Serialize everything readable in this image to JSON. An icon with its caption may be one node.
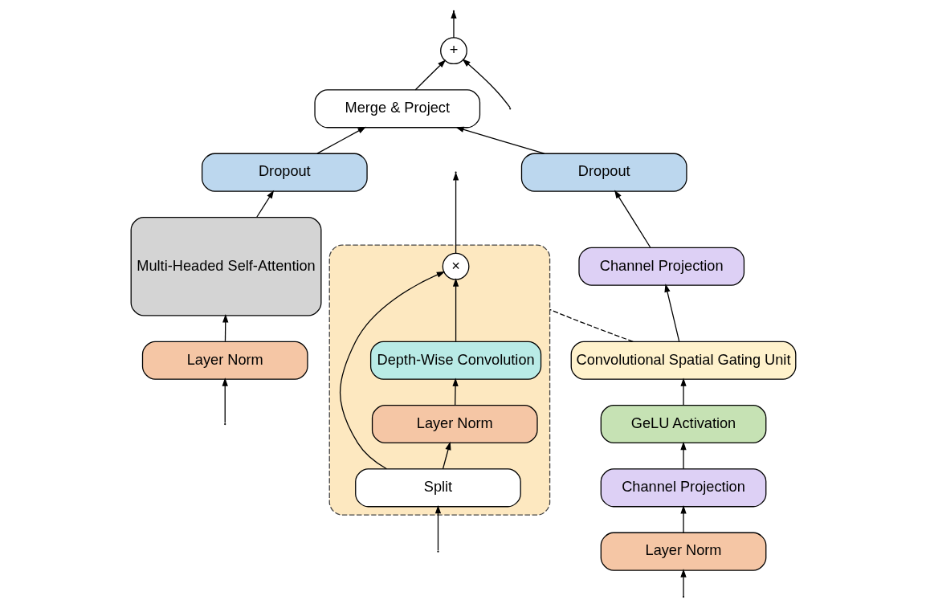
{
  "diagram": {
    "nodes": [
      {
        "text": [
          "+"
        ]
      },
      {
        "text": [
          "Merge & Project"
        ]
      },
      {
        "text": [
          "Dropout"
        ]
      },
      {
        "text": [
          "Multi-Headed Self-Attention"
        ]
      },
      {
        "text": [
          "Layer Norm"
        ]
      },
      {
        "text": [
          "Dropout"
        ]
      },
      {
        "text": [
          "Channel Projection"
        ]
      },
      {
        "text": [
          "Convolutional Spatial Gating Unit"
        ]
      },
      {
        "text": [
          "GeLU Activation"
        ]
      },
      {
        "text": [
          "Channel Projection"
        ]
      },
      {
        "text": [
          "Layer Norm"
        ]
      },
      {
        "text": [],
        "shape": "box"
      },
      {
        "text": [
          "×"
        ],
        "in": 11
      },
      {
        "text": [
          "Depth-Wise Convolution"
        ],
        "in": 11
      },
      {
        "text": [
          "Layer Norm"
        ],
        "in": 11
      },
      {
        "text": [
          "Split"
        ],
        "in": 11
      }
    ],
    "edges": [
      {
        "from": null,
        "to": 4,
        "arrow": "to"
      },
      {
        "from": null,
        "to": 10,
        "arrow": "to"
      },
      {
        "from": null,
        "to": 0,
        "arrow": "to"
      },
      {
        "from": 4,
        "to": 3,
        "arrow": "to"
      },
      {
        "from": 3,
        "to": 2,
        "arrow": "to"
      },
      {
        "from": 2,
        "to": 1,
        "arrow": "to"
      },
      {
        "from": 10,
        "to": 9,
        "arrow": "to"
      },
      {
        "from": 9,
        "to": 8,
        "arrow": "to"
      },
      {
        "from": 8,
        "to": 7,
        "arrow": "to"
      },
      {
        "from": 7,
        "to": 6,
        "arrow": "to"
      },
      {
        "from": 6,
        "to": 5,
        "arrow": "to"
      },
      {
        "from": 5,
        "to": 1,
        "arrow": "to"
      },
      {
        "from": 1,
        "to": 0,
        "arrow": "to"
      },
      {
        "from": 0,
        "to": null,
        "arrow": "to"
      },
      {
        "from": 7,
        "to": 11,
        "arrow": "none",
        "style": "dashed"
      },
      {
        "from": null,
        "to": 15,
        "arrow": "to"
      },
      {
        "from": 15,
        "to": 14,
        "arrow": "to"
      },
      {
        "from": 14,
        "to": 13,
        "arrow": "to"
      },
      {
        "from": 13,
        "to": 12,
        "arrow": "to"
      },
      {
        "from": 15,
        "to": 12,
        "arrow": "to"
      },
      {
        "from": 12,
        "to": null,
        "arrow": "to"
      }
    ]
  }
}
